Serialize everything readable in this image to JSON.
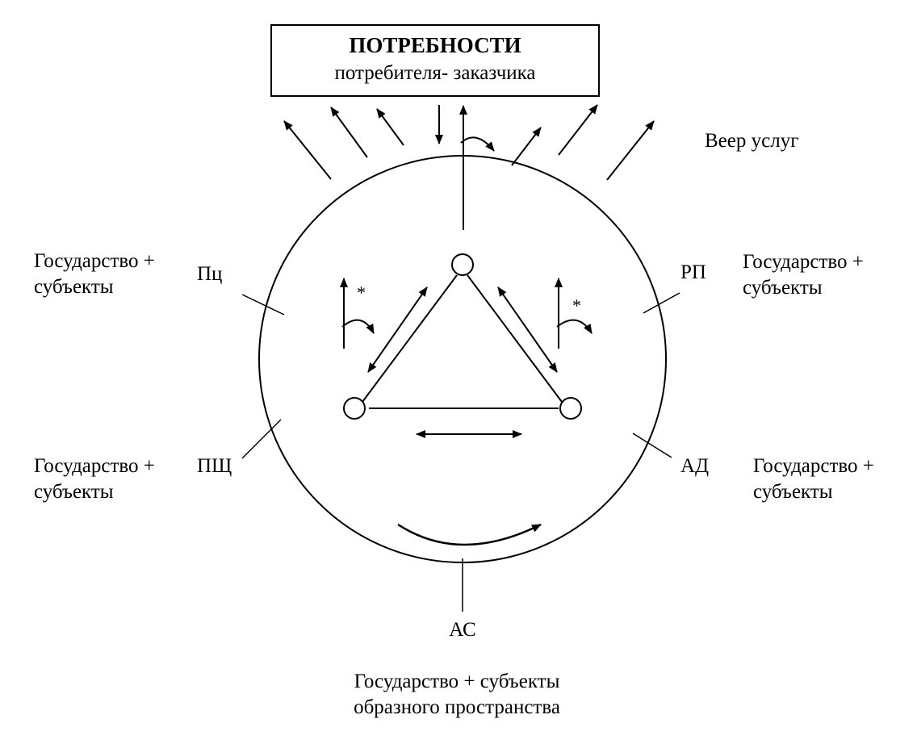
{
  "header": {
    "title": "ПОТРЕБНОСТИ",
    "subtitle": "потребителя- заказчика"
  },
  "fan_label": "Веер услуг",
  "labels": {
    "pc": "Пц",
    "rp": "РП",
    "pshch": "ПЩ",
    "ad": "АД",
    "as": "АС"
  },
  "stakeholders": {
    "top_left": {
      "line1": "Государство +",
      "line2": "субъекты"
    },
    "top_right": {
      "line1": "Государство +",
      "line2": "субъекты"
    },
    "bottom_left": {
      "line1": "Государство +",
      "line2": "субъекты"
    },
    "bottom_right": {
      "line1": "Государство +",
      "line2": "субъекты"
    },
    "bottom": {
      "line1": "Государство + субъекты",
      "line2": "образного пространства"
    }
  },
  "asterisk": "*",
  "colors": {
    "ink": "#000000",
    "background": "#ffffff"
  }
}
